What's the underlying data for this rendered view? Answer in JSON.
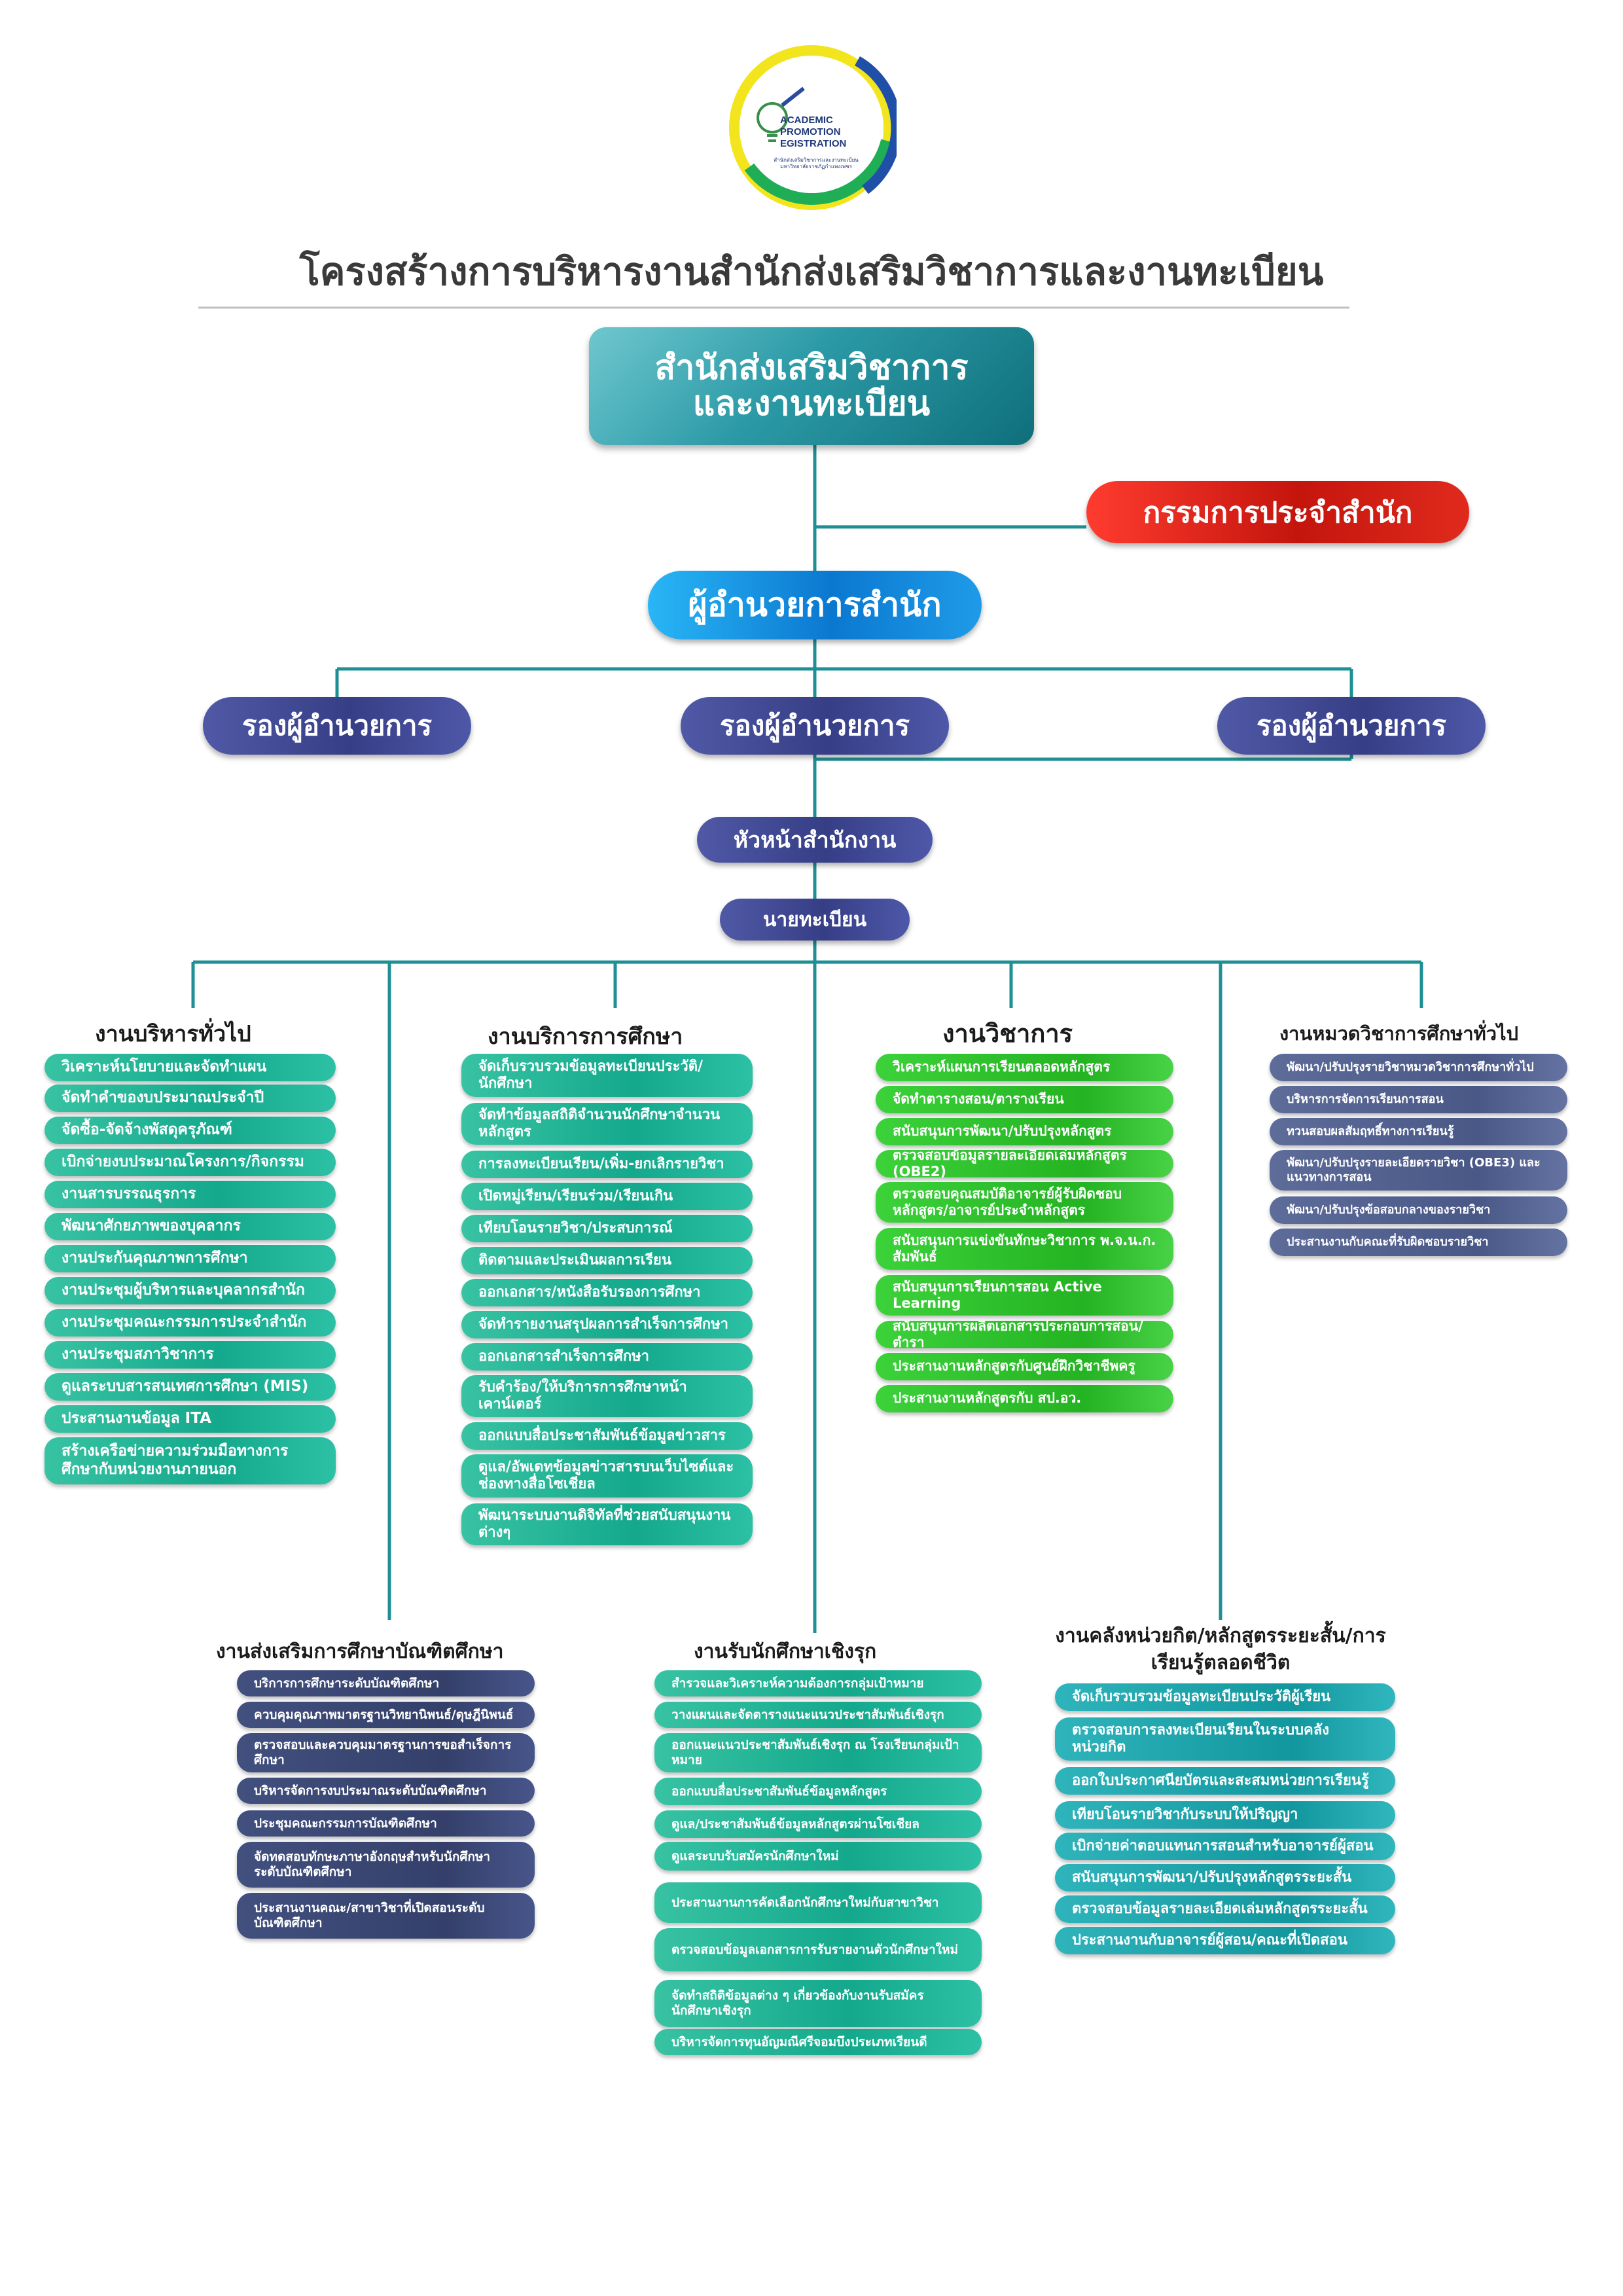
{
  "logo": {
    "line1": "ACADEMIC",
    "line2": "PROMOTION",
    "line3": "EGISTRATION",
    "sub1": "สำนักส่งเสริมวิชาการและงานทะเบียน",
    "sub2": "มหาวิทยาลัยราชภัฏกำแพงเพชร",
    "colors": {
      "ring_outer": "#1f4fa6",
      "ring_mid": "#1fae56",
      "ring_inner": "#f3e51d"
    }
  },
  "title": "โครงสร้างการบริหารงานสำนักส่งเสริมวิชาการและงานทะเบียน",
  "top_box": {
    "line1": "สำนักส่งเสริมวิชาการ",
    "line2": "และงานทะเบียน"
  },
  "committee": "กรรมการประจำสำนัก",
  "director": "ผู้อำนวยการสำนัก",
  "deputies": [
    "รองผู้อำนวยการ",
    "รองผู้อำนวยการ",
    "รองผู้อำนวยการ"
  ],
  "head_office": "หัวหน้าสำนักงาน",
  "registrar": "นายทะเบียน",
  "divisions": {
    "general_admin": {
      "title": "งานบริหารทั่วไป",
      "items": [
        "วิเคราะห์นโยบายและจัดทำแผน",
        "จัดทำคำของบประมาณประจำปี",
        "จัดซื้อ-จัดจ้างพัสดุครุภัณฑ์",
        "เบิกจ่ายงบประมาณโครงการ/กิจกรรม",
        "งานสารบรรณธุรการ",
        "พัฒนาศักยภาพของบุคลากร",
        "งานประกันคุณภาพการศึกษา",
        "งานประชุมผู้บริหารและบุคลากรสำนัก",
        "งานประชุมคณะกรรมการประจำสำนัก",
        "งานประชุมสภาวิชาการ",
        "ดูแลระบบสารสนเทศการศึกษา (MIS)",
        "ประสานงานข้อมูล ITA",
        "สร้างเครือข่ายความร่วมมือทางการศึกษากับหน่วยงานภายนอก"
      ]
    },
    "edu_service": {
      "title": "งานบริการการศึกษา",
      "items": [
        "จัดเก็บรวบรวมข้อมูลทะเบียนประวัติ/นักศึกษา",
        "จัดทำข้อมูลสถิติจำนวนนักศึกษาจำนวนหลักสูตร",
        "การลงทะเบียนเรียน/เพิ่ม-ยกเลิกรายวิชา",
        "เปิดหมู่เรียน/เรียนร่วม/เรียนเกิน",
        "เทียบโอนรายวิชา/ประสบการณ์",
        "ติดตามและประเมินผลการเรียน",
        "ออกเอกสาร/หนังสือรับรองการศึกษา",
        "จัดทำรายงานสรุปผลการสำเร็จการศึกษา",
        "ออกเอกสารสำเร็จการศึกษา",
        "รับคำร้อง/ให้บริการการศึกษาหน้าเคาน์เตอร์",
        "ออกแบบสื่อประชาสัมพันธ์ข้อมูลข่าวสาร",
        "ดูแล/อัพเดทข้อมูลข่าวสารบนเว็บไซต์และช่องทางสื่อโซเชียล",
        "พัฒนาระบบงานดิจิทัลที่ช่วยสนับสนุนงานต่างๆ"
      ]
    },
    "academic": {
      "title": "งานวิชาการ",
      "items": [
        "วิเคราะห์แผนการเรียนตลอดหลักสูตร",
        "จัดทำตารางสอน/ตารางเรียน",
        "สนับสนุนการพัฒนา/ปรับปรุงหลักสูตร",
        "ตรวจสอบข้อมูลรายละเอียดเล่มหลักสูตร (OBE2)",
        "ตรวจสอบคุณสมบัติอาจารย์ผู้รับผิดชอบหลักสูตร/อาจารย์ประจำหลักสูตร",
        "สนับสนุนการแข่งขันทักษะวิชาการ พ.จ.น.ก. สัมพันธ์",
        "สนับสนุนการเรียนการสอน Active Learning",
        "สนับสนุนการผลิตเอกสารประกอบการสอน/ตำรา",
        "ประสานงานหลักสูตรกับศูนย์ฝึกวิชาชีพครู",
        "ประสานงานหลักสูตรกับ สป.อว."
      ]
    },
    "gen_ed": {
      "title": "งานหมวดวิชาการศึกษาทั่วไป",
      "items": [
        "พัฒนา/ปรับปรุงรายวิชาหมวดวิชาการศึกษาทั่วไป",
        "บริหารการจัดการเรียนการสอน",
        "ทวนสอบผลสัมฤทธิ์ทางการเรียนรู้",
        "พัฒนา/ปรับปรุงรายละเอียดรายวิชา (OBE3) และแนวทางการสอน",
        "พัฒนา/ปรับปรุงข้อสอบกลางของรายวิชา",
        "ประสานงานกับคณะที่รับผิดชอบรายวิชา"
      ]
    },
    "graduate": {
      "title": "งานส่งเสริมการศึกษาบัณฑิตศึกษา",
      "items": [
        "บริการการศึกษาระดับบัณฑิตศึกษา",
        "ควบคุมคุณภาพมาตรฐานวิทยานิพนธ์/ดุษฎีนิพนธ์",
        "ตรวจสอบและควบคุมมาตรฐานการขอสำเร็จการศึกษา",
        "บริหารจัดการงบประมาณระดับบัณฑิตศึกษา",
        "ประชุมคณะกรรมการบัณฑิตศึกษา",
        "จัดทดสอบทักษะภาษาอังกฤษสำหรับนักศึกษาระดับบัณฑิตศึกษา",
        "ประสานงานคณะ/สาขาวิชาที่เปิดสอนระดับบัณฑิตศึกษา"
      ]
    },
    "recruit": {
      "title": "งานรับนักศึกษาเชิงรุก",
      "items": [
        "สำรวจและวิเคราะห์ความต้องการกลุ่มเป้าหมาย",
        "วางแผนและจัดตารางแนะแนวประชาสัมพันธ์เชิงรุก",
        "ออกแนะแนวประชาสัมพันธ์เชิงรุก ณ โรงเรียนกลุ่มเป้าหมาย",
        "ออกแบบสื่อประชาสัมพันธ์ข้อมูลหลักสูตร",
        "ดูแล/ประชาสัมพันธ์ข้อมูลหลักสูตรผ่านโซเชียล",
        "ดูแลระบบรับสมัครนักศึกษาใหม่",
        "ประสานงานการคัดเลือกนักศึกษาใหม่กับสาขาวิชา",
        "ตรวจสอบข้อมูลเอกสารการรับรายงานตัวนักศึกษาใหม่",
        "จัดทำสถิติข้อมูลต่าง ๆ เกี่ยวข้องกับงานรับสมัครนักศึกษาเชิงรุก",
        "บริหารจัดการทุนอัญมณีศรีจอมบึงประเภทเรียนดี"
      ]
    },
    "credit_bank": {
      "title": "งานคลังหน่วยกิต/หลักสูตรระยะสั้น/การเรียนรู้ตลอดชีวิต",
      "items": [
        "จัดเก็บรวบรวมข้อมูลทะเบียนประวัติผู้เรียน",
        "ตรวจสอบการลงทะเบียนเรียนในระบบคลังหน่วยกิต",
        "ออกใบประกาศนียบัตรและสะสมหน่วยการเรียนรู้",
        "เทียบโอนรายวิชากับระบบให้ปริญญา",
        "เบิกจ่ายค่าตอบแทนการสอนสำหรับอาจารย์ผู้สอน",
        "สนับสนุนการพัฒนา/ปรับปรุงหลักสูตรระยะสั้น",
        "ตรวจสอบข้อมูลรายละเอียดเล่มหลักสูตรระยะสั้น",
        "ประสานงานกับอาจารย์ผู้สอน/คณะที่เปิดสอน"
      ]
    }
  }
}
